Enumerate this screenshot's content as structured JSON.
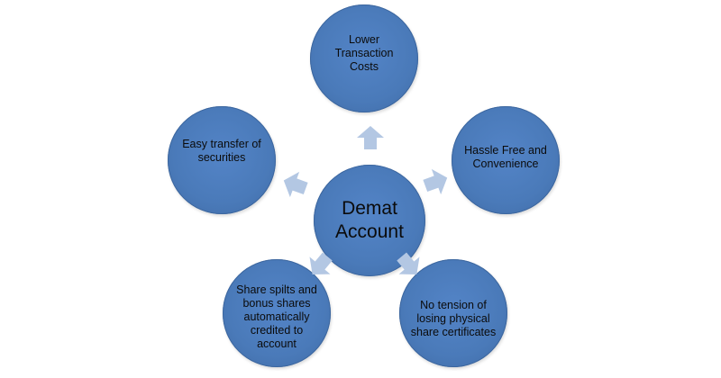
{
  "center": {
    "label": "Demat Account"
  },
  "nodes": {
    "top": "Lower Transaction Costs",
    "left": "Easy transfer of securities",
    "right": "Hassle Free and Convenience",
    "bottom_left": "Share spilts and bonus shares automatically credited to account",
    "bottom_right": "No tension of losing physical share certificates"
  },
  "colors": {
    "node_fill": "#4a7ab9",
    "arrow_fill": "#b3c7e3",
    "text": "#0b0b0b",
    "background": "#ffffff"
  },
  "icons": {
    "arrow": "block-arrow-icon"
  }
}
